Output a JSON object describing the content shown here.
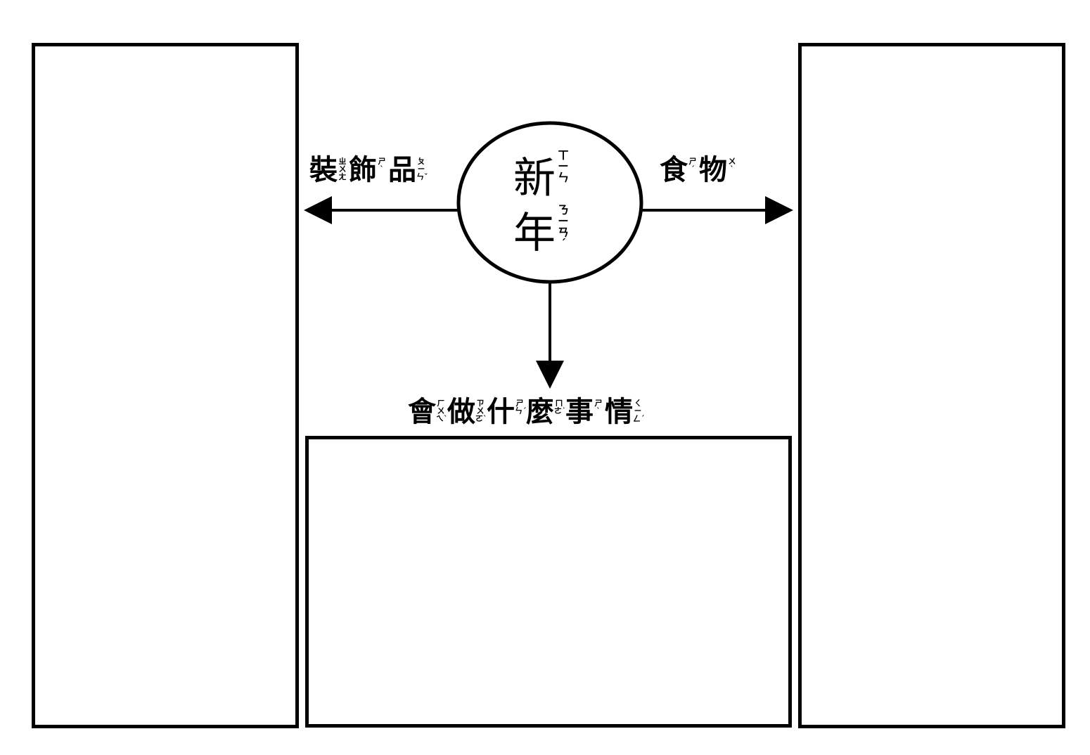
{
  "diagram": {
    "center": {
      "chars": [
        {
          "han": "新",
          "bopomofo": [
            "ㄒ",
            "ㄧ",
            "ㄣ"
          ]
        },
        {
          "han": "年",
          "bopomofo": [
            "ㄋ",
            "ㄧ",
            "ㄢˊ"
          ]
        }
      ]
    },
    "branches": {
      "left": {
        "label": "裝飾品",
        "chars": [
          {
            "han": "裝",
            "bopomofo": [
              "ㄓ",
              "ㄨ",
              "ㄤ"
            ]
          },
          {
            "han": "飾",
            "bopomofo": [
              "ㄕ",
              "ˋ"
            ]
          },
          {
            "han": "品",
            "bopomofo": [
              "ㄆ",
              "ㄧ",
              "ㄣˇ"
            ]
          }
        ]
      },
      "right": {
        "label": "食物",
        "chars": [
          {
            "han": "食",
            "bopomofo": [
              "ㄕ",
              "ˊ"
            ]
          },
          {
            "han": "物",
            "bopomofo": [
              "ㄨ",
              "ˋ"
            ]
          }
        ]
      },
      "bottom": {
        "label": "會做什麼事情",
        "chars": [
          {
            "han": "會",
            "bopomofo": [
              "ㄏ",
              "ㄨ",
              "ㄟˋ"
            ]
          },
          {
            "han": "做",
            "bopomofo": [
              "ㄗ",
              "ㄨ",
              "ㄛˋ"
            ]
          },
          {
            "han": "什",
            "bopomofo": [
              "ㄕ",
              "ㄣˊ"
            ]
          },
          {
            "han": "麼",
            "bopomofo": [
              "ㄇ",
              "ㄜ˙"
            ]
          },
          {
            "han": "事",
            "bopomofo": [
              "ㄕ",
              "ˋ"
            ]
          },
          {
            "han": "情",
            "bopomofo": [
              "ㄑ",
              "ㄧ",
              "ㄥˊ"
            ]
          }
        ]
      }
    },
    "colors": {
      "stroke": "#000000",
      "background": "#ffffff"
    }
  }
}
